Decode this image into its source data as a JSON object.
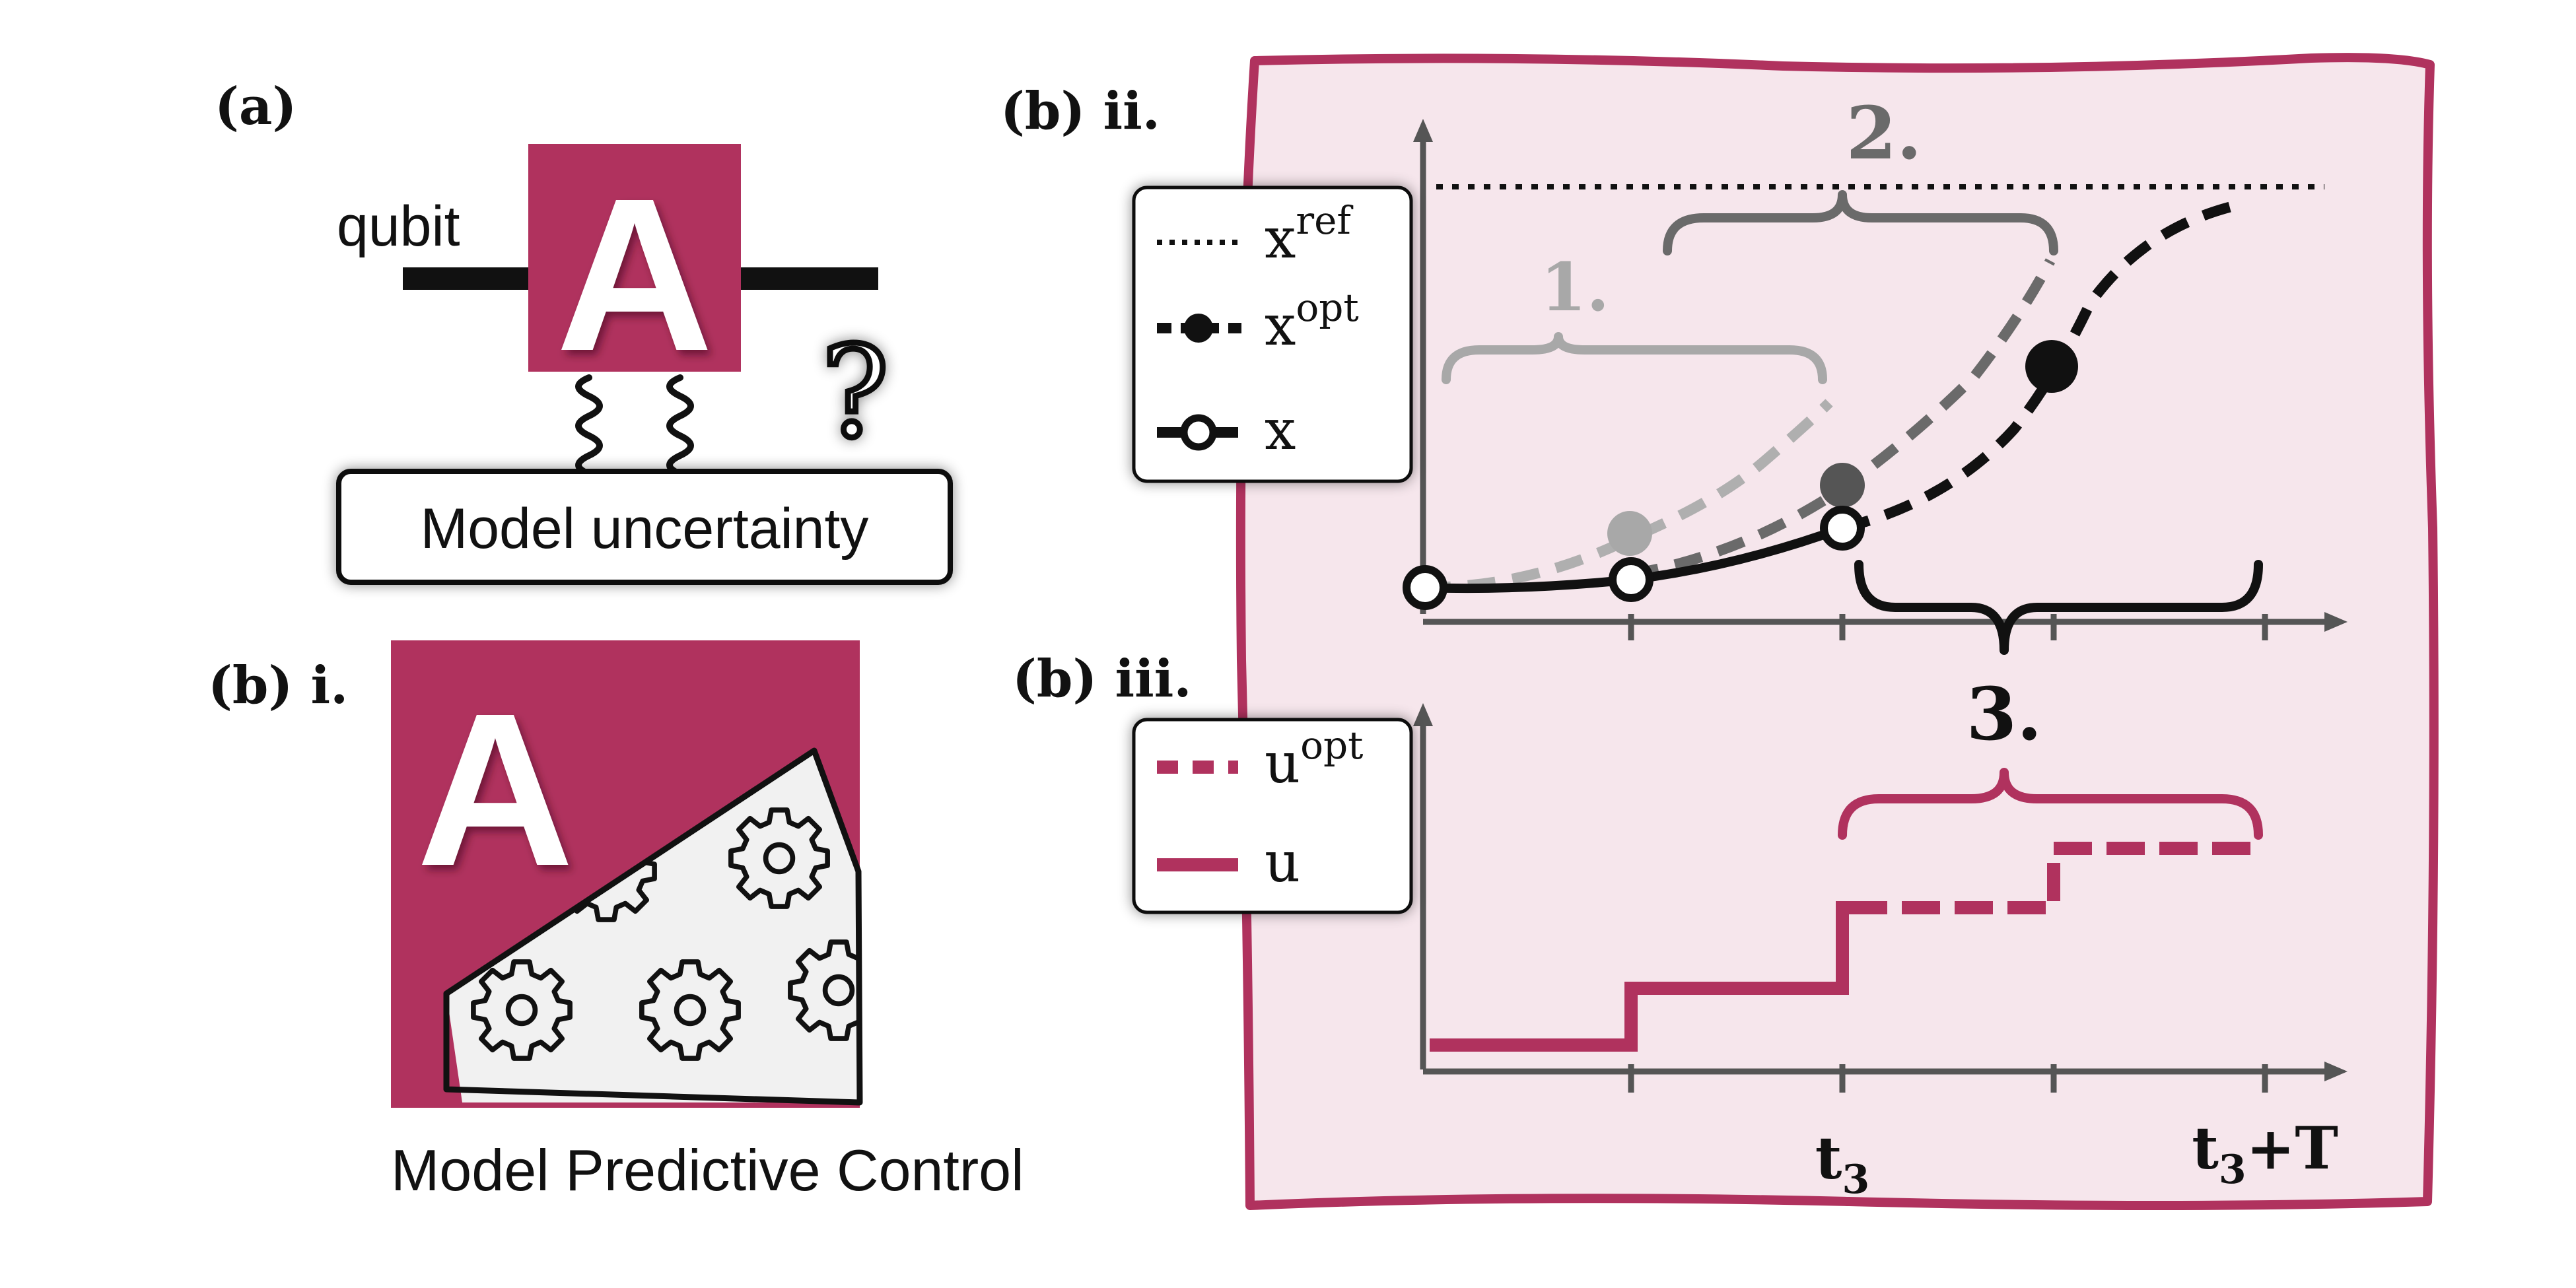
{
  "panel_a": {
    "label": "(a)",
    "qubit_label": "qubit",
    "box_letter": "A",
    "uncertainty_mark": "?",
    "uncertainty_label": "Model uncertainty"
  },
  "panel_b_i": {
    "label": "(b) i.",
    "box_letter": "A",
    "caption": "Model Predictive Control"
  },
  "panel_b_ii": {
    "label": "(b) ii.",
    "legend": [
      {
        "symbol": "dotted",
        "name": "x",
        "sup": "ref"
      },
      {
        "symbol": "dashed-filled-dot",
        "name": "x",
        "sup": "opt"
      },
      {
        "symbol": "solid-open-dot",
        "name": "x",
        "sup": ""
      }
    ],
    "brace_labels": [
      "1.",
      "2.",
      "3."
    ]
  },
  "panel_b_iii": {
    "label": "(b) iii.",
    "legend": [
      {
        "symbol": "dashed",
        "name": "u",
        "sup": "opt"
      },
      {
        "symbol": "solid",
        "name": "u",
        "sup": ""
      }
    ],
    "x_tick_labels": [
      {
        "base": "t",
        "sub": "3",
        "suffix": ""
      },
      {
        "base": "t",
        "sub": "3",
        "suffix": "+T"
      }
    ]
  },
  "colors": {
    "accent": "#B0325E",
    "panel_background": "#F6E6EC",
    "gray_light": "#A8A8A8",
    "gray_dark": "#6A6A6A",
    "ink": "#111111"
  }
}
